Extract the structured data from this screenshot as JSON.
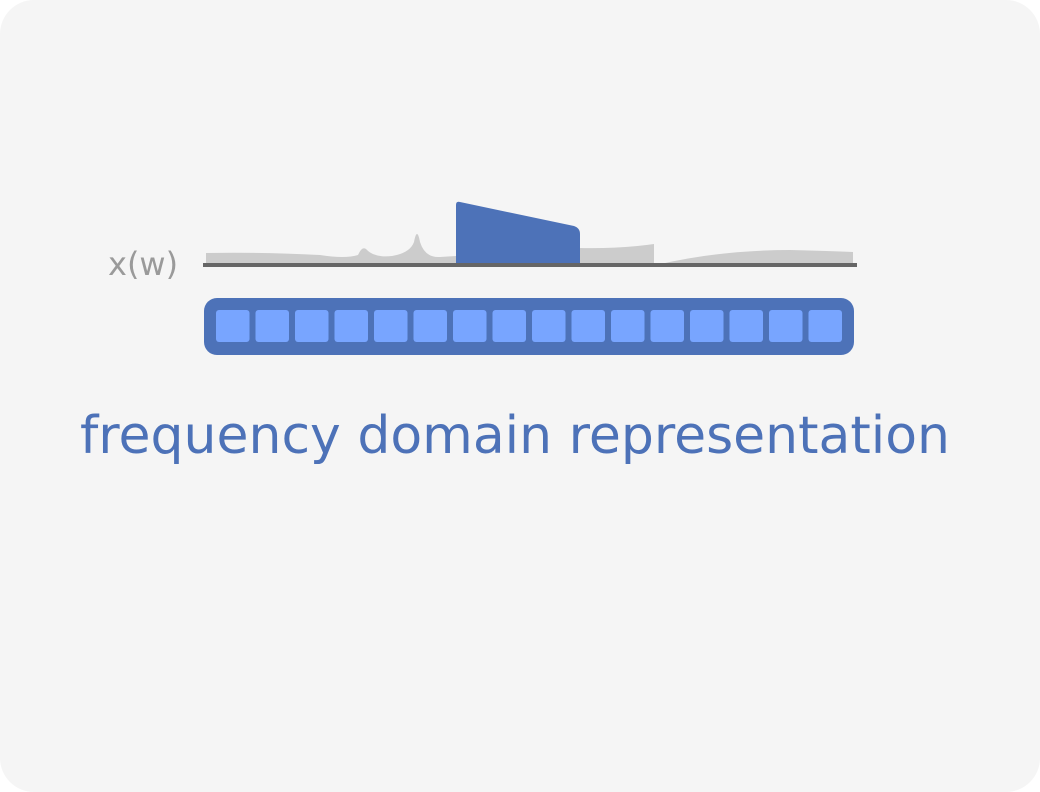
{
  "diagram": {
    "axis_label": "x(w)",
    "caption": "frequency domain representation",
    "bin_count": 16,
    "colors": {
      "background": "#f5f5f5",
      "spectrum": "#cccccc",
      "axis": "#666666",
      "highlight": "#4d72b8",
      "bin_bar": "#4d72b8",
      "bin_cell": "#78a5ff",
      "label_gray": "#9a9a9a",
      "caption": "#4d72b8"
    }
  }
}
